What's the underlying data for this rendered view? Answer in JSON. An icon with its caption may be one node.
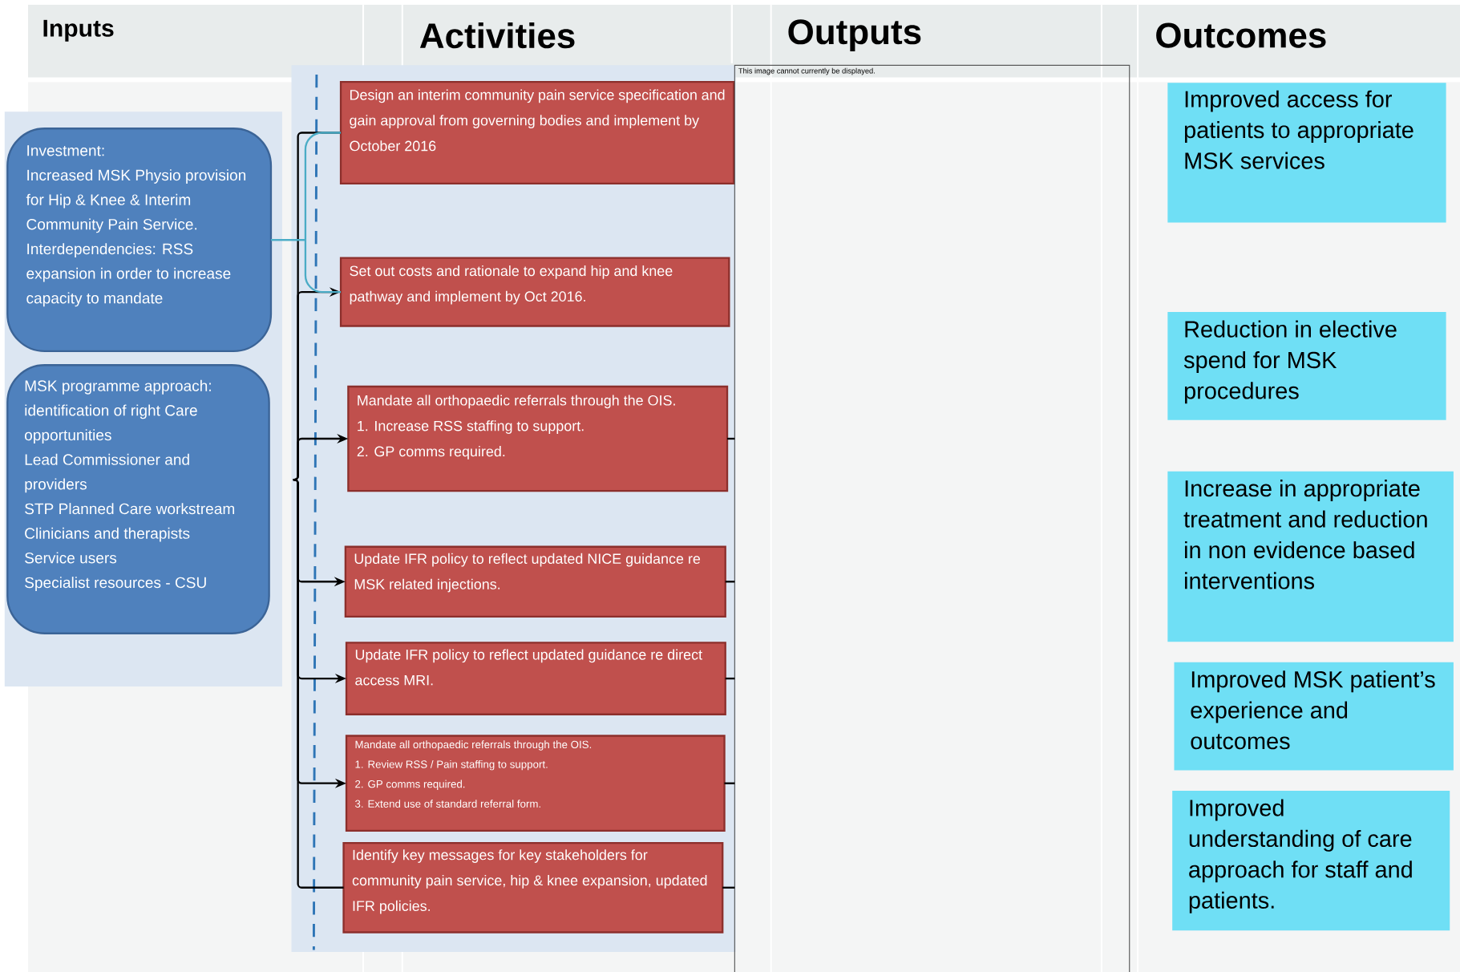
{
  "diagram": {
    "nodes": [
      {
        "text": [
          "Investment:",
          "Increased MSK Physio provision  for Hip & Knee & Interim Community Pain Service. Interdependencies: RSS expansion in order to increase capacity to mandate"
        ]
      },
      {
        "text": [
          "MSK programme approach: identification of right Care opportunities",
          "Lead Commissioner and providers",
          "STP Planned Care  workstream",
          "Clinicians and therapists",
          "Service users",
          "Specialist resources  - CSU"
        ]
      },
      {
        "text": [
          "Design an interim community pain service specification and gain approval from governing bodies and implement by October 2016"
        ]
      },
      {
        "text": [
          "Set out costs and rationale to expand hip and knee pathway and implement by Oct 2016."
        ]
      },
      {
        "text": [
          "Mandate all  orthopaedic referrals through the OIS.",
          "1. Increase RSS staffing to support.",
          "2. GP comms required."
        ]
      },
      {
        "text": [
          "Update IFR policy to reflect updated NICE guidance re MSK related injections."
        ]
      },
      {
        "text": [
          "Update IFR policy to reflect updated guidance re direct access MRI."
        ]
      },
      {
        "text": [
          "Mandate all  orthopaedic referrals through the OIS.",
          "1. Review RSS / Pain staffing to support.",
          "2. GP comms required.",
          "3. Extend use of standard referral form."
        ]
      },
      {
        "text": [
          "Identify key messages  for key stakeholders  for community pain service, hip  & knee expansion, updated IFR policies."
        ]
      },
      {
        "text": [
          "This image cannot currently be displayed."
        ]
      },
      {
        "text": [
          "Improved access for patients to appropriate MSK services"
        ]
      },
      {
        "text": [
          "Reduction in elective spend for MSK procedures"
        ]
      },
      {
        "text": [
          "Increase in appropriate treatment and reduction in non evidence based interventions"
        ]
      },
      {
        "text": [
          "Improved MSK patient’s experience and outcomes"
        ]
      },
      {
        "text": [
          "Improved understanding of care approach for staff and patients."
        ]
      }
    ],
    "edges": [
      {
        "from": null,
        "to": 2,
        "arrow": "none"
      },
      {
        "from": null,
        "to": 3,
        "arrow": "to"
      },
      {
        "from": null,
        "to": 4,
        "arrow": "to"
      },
      {
        "from": null,
        "to": 5,
        "arrow": "to"
      },
      {
        "from": null,
        "to": 6,
        "arrow": "to"
      },
      {
        "from": null,
        "to": 7,
        "arrow": "to"
      },
      {
        "from": null,
        "to": 8,
        "arrow": "none"
      },
      {
        "from": 0,
        "to": 2,
        "arrow": "none",
        "color": "#4bacc6"
      },
      {
        "from": 0,
        "to": 3,
        "arrow": "none",
        "color": "#4bacc6"
      },
      {
        "from": 4,
        "to": 9,
        "arrow": "none"
      },
      {
        "from": 5,
        "to": 9,
        "arrow": "none"
      },
      {
        "from": 6,
        "to": 9,
        "arrow": "none"
      },
      {
        "from": 7,
        "to": 9,
        "arrow": "none"
      },
      {
        "from": 8,
        "to": 9,
        "arrow": "none"
      }
    ],
    "labels": [
      "Inputs",
      "Activities",
      "Outputs",
      "Outcomes"
    ]
  }
}
